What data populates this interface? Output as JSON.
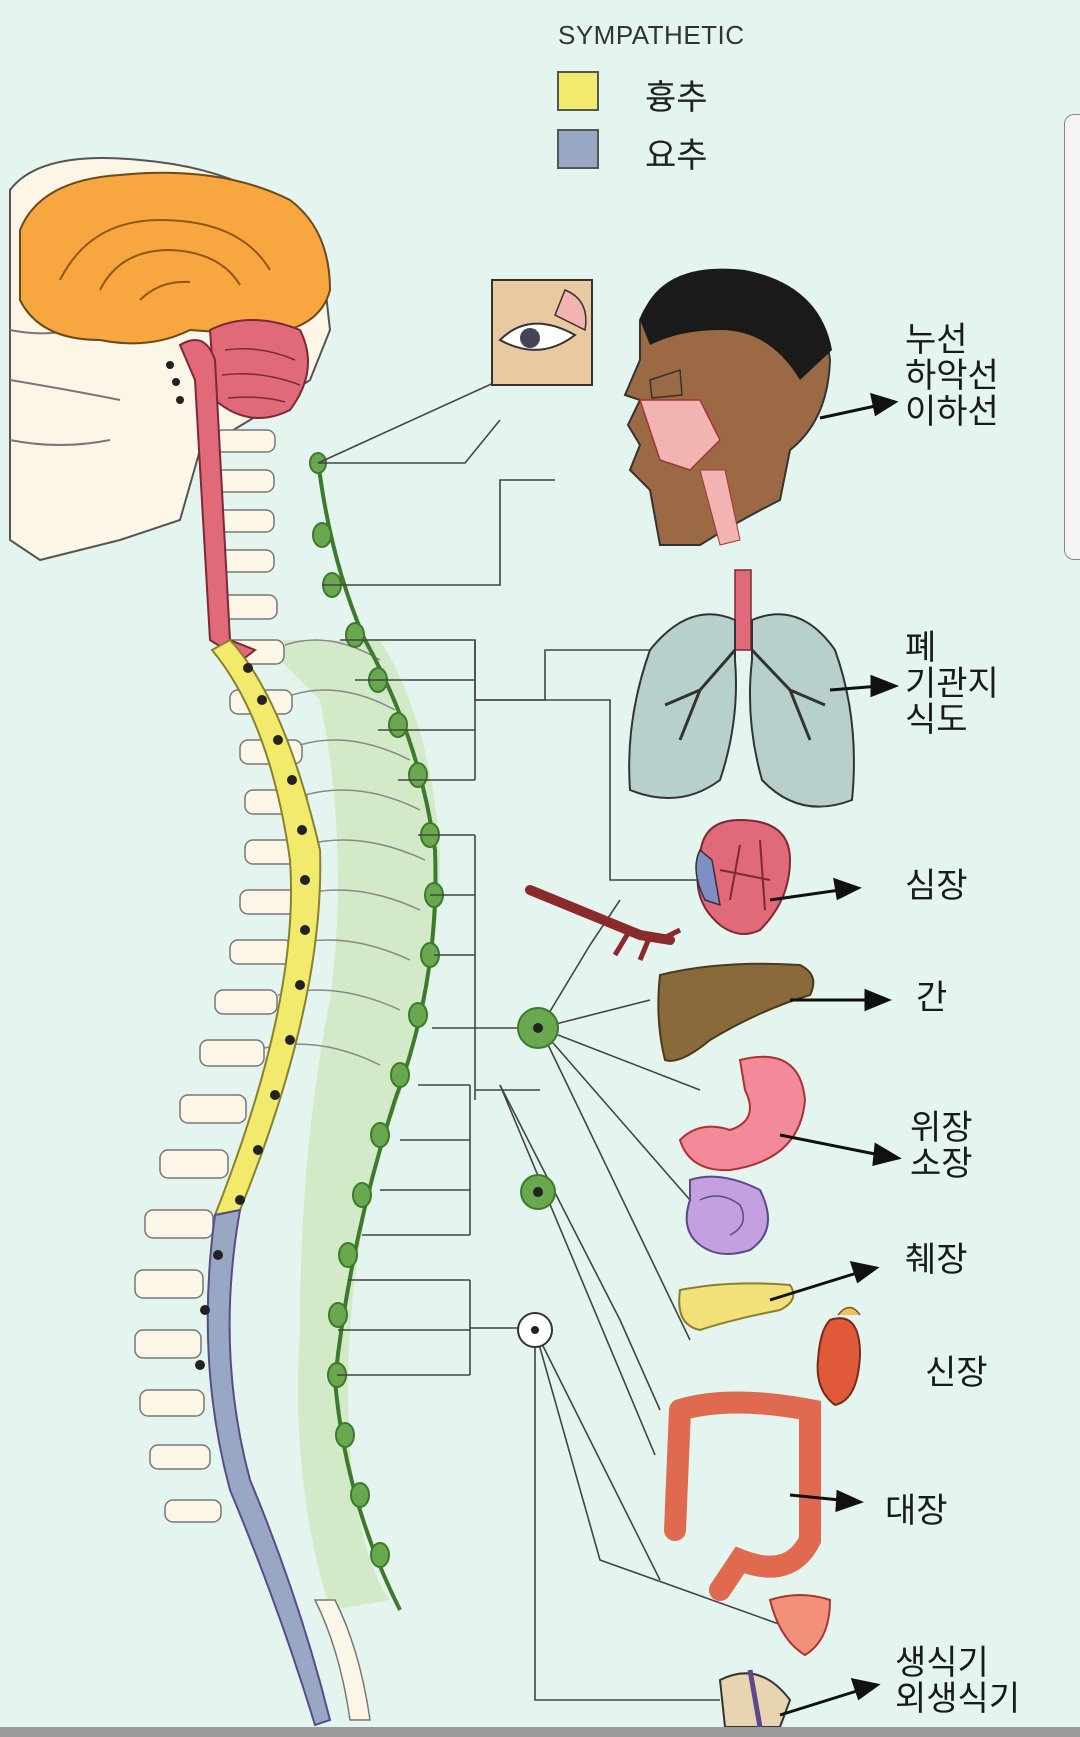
{
  "legend": {
    "title": "SYMPATHETIC",
    "items": [
      {
        "label": "흉추",
        "color": "#f2ea6c"
      },
      {
        "label": "요추",
        "color": "#98a8c4"
      }
    ]
  },
  "organs": {
    "head": {
      "lines": [
        "누선",
        "하악선",
        "이하선"
      ]
    },
    "lungs": {
      "lines": [
        "폐",
        "기관지",
        "식도"
      ]
    },
    "heart": {
      "label": "심장"
    },
    "liver": {
      "label": "간"
    },
    "stomach": {
      "lines": [
        "위장",
        "소장"
      ]
    },
    "pancreas": {
      "label": "췌장"
    },
    "kidney": {
      "label": "신장"
    },
    "colon": {
      "label": "대장"
    },
    "genitals": {
      "lines": [
        "생식기",
        "외생식기"
      ]
    }
  },
  "colors": {
    "brain": "#f7a640",
    "brainstem": "#e0697a",
    "thoracic": "#f2ea6c",
    "lumbar": "#98a8c4",
    "ganglion_chain": "#6aa84f",
    "chain_fill": "#cfe8c0"
  }
}
